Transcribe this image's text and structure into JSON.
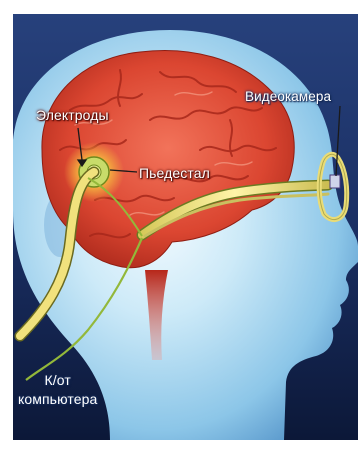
{
  "labels": {
    "electrodes": "Электроды",
    "pedestal": "Пьедестал",
    "camera": "Видеокамера",
    "computer_line1": "К/от",
    "computer_line2": "компьютера"
  },
  "colors": {
    "background_top": "#1a2f63",
    "background_bottom": "#0c1838",
    "head": "#9fd4f0",
    "brain": "#d9452f",
    "cable_main": "#eedf7a",
    "cable_thin": "#a8c84a",
    "pedestal_glow": "#f6b440"
  }
}
